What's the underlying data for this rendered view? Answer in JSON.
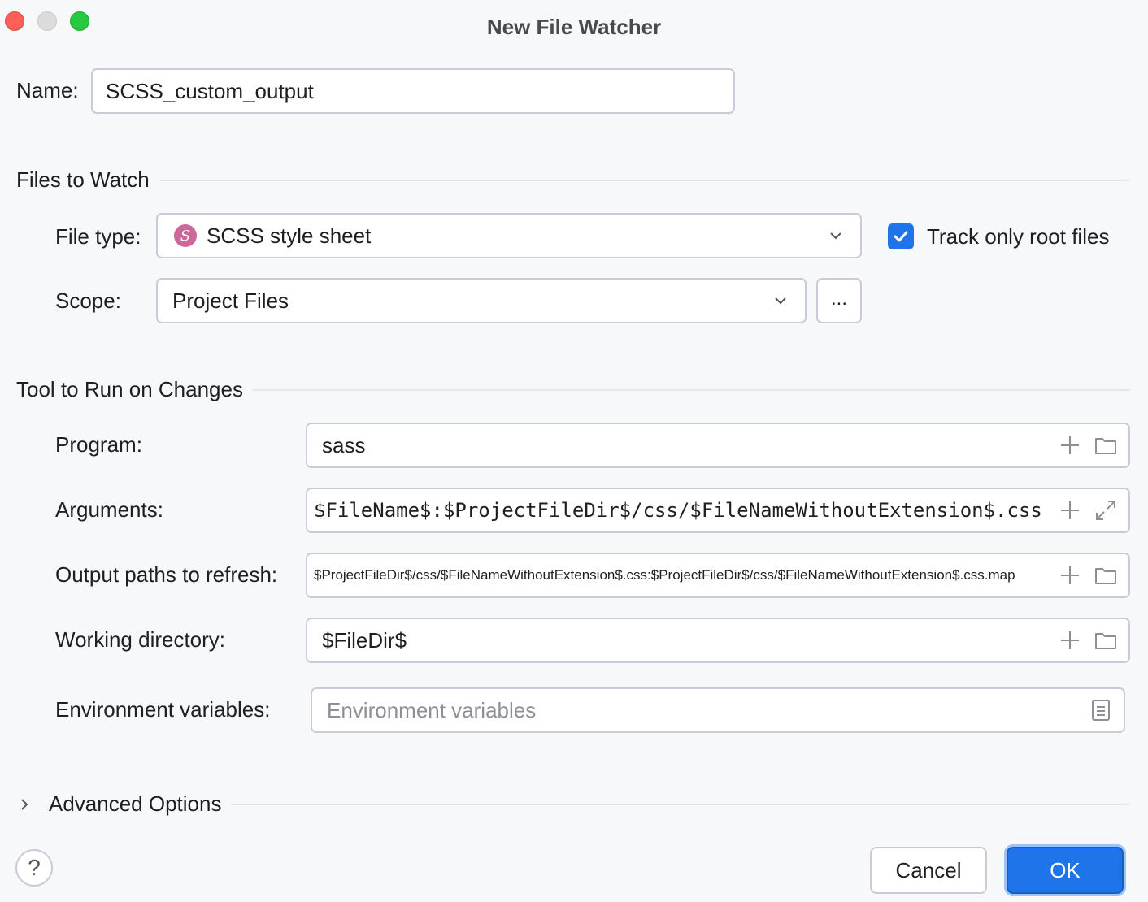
{
  "window": {
    "title": "New File Watcher"
  },
  "name": {
    "label": "Name:",
    "value": "SCSS_custom_output"
  },
  "files_to_watch": {
    "heading": "Files to Watch",
    "file_type_label": "File type:",
    "file_type_value": "SCSS style sheet",
    "file_type_icon": "scss-icon",
    "track_root_label": "Track only root files",
    "track_root_checked": true,
    "scope_label": "Scope:",
    "scope_value": "Project Files",
    "scope_more_label": "..."
  },
  "tool": {
    "heading": "Tool to Run on Changes",
    "program_label": "Program:",
    "program_value": "sass",
    "arguments_label": "Arguments:",
    "arguments_value": "$FileName$:$ProjectFileDir$/css/$FileNameWithoutExtension$.css",
    "output_label": "Output paths to refresh:",
    "output_value": "$ProjectFileDir$/css/$FileNameWithoutExtension$.css:$ProjectFileDir$/css/$FileNameWithoutExtension$.css.map",
    "workdir_label": "Working directory:",
    "workdir_value": "$FileDir$",
    "env_label": "Environment variables:",
    "env_placeholder": "Environment variables"
  },
  "advanced": {
    "label": "Advanced Options"
  },
  "footer": {
    "help_label": "?",
    "cancel_label": "Cancel",
    "ok_label": "OK"
  },
  "colors": {
    "accent": "#1e74e8",
    "scss": "#cd6799",
    "background": "#f7f8fa"
  }
}
